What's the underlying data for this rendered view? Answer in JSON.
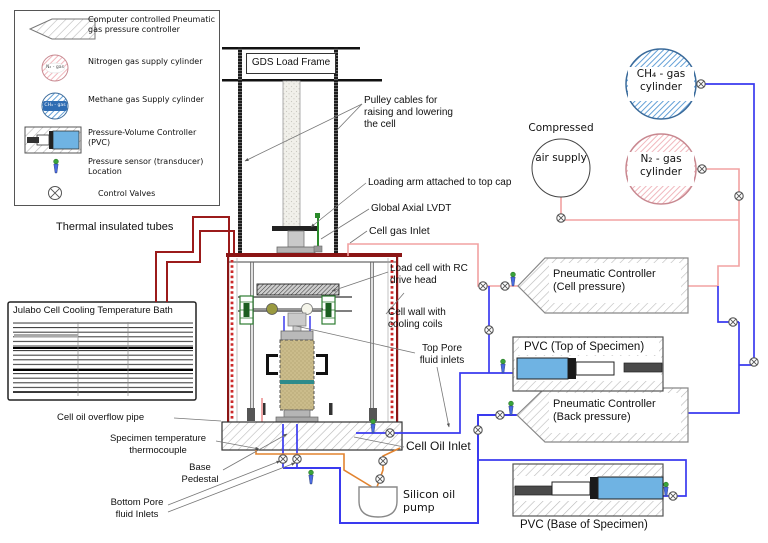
{
  "legend": {
    "items": [
      {
        "label": "Computer controlled Pneumatic gas pressure controller"
      },
      {
        "label": "Nitrogen gas supply cylinder",
        "symbol": "N₂ - gas"
      },
      {
        "label": "Methane gas Supply cylinder",
        "symbol": "CH₄ - gas"
      },
      {
        "label": "Pressure-Volume Controller (PVC)"
      },
      {
        "label": "Pressure sensor (transducer) Location"
      },
      {
        "label": "Control Valves"
      }
    ]
  },
  "frame": {
    "gds_label": "GDS Load Frame",
    "pulley_label": "Pulley cables for raising and lowering the cell",
    "loading_arm_label": "Loading arm  attached to top cap",
    "lvdt_label": "Global Axial LVDT"
  },
  "cell": {
    "gas_inlet_label": "Cell gas Inlet",
    "load_cell_label": "Load cell with RC drive head",
    "wall_label": "Cell wall with cooling coils",
    "top_pore_label": "Top Pore fluid inlets",
    "overflow_label": "Cell oil overflow pipe",
    "thermocouple_label": "Specimen temperature thermocouple",
    "base_pedestal_label": "Base Pedestal",
    "bottom_pore_label": "Bottom Pore fluid Inlets",
    "oil_inlet_label": "Cell Oil Inlet"
  },
  "cooling": {
    "tubes_label": "Thermal insulated tubes",
    "bath_label": "Julabo Cell Cooling Temperature Bath"
  },
  "supplies": {
    "compressed_air": {
      "line1": "Compressed",
      "line2": "air supply"
    },
    "ch4": {
      "line1": "CH₄ - gas",
      "line2": "cylinder"
    },
    "n2": {
      "line1": "N₂ - gas",
      "line2": "cylinder"
    }
  },
  "controllers": {
    "cell_pressure": {
      "line1": "Pneumatic Controller",
      "line2": "(Cell pressure)"
    },
    "back_pressure": {
      "line1": "Pneumatic Controller",
      "line2": "(Back pressure)"
    },
    "pvc_top_label": "PVC (Top of Specimen)",
    "pvc_base_label": "PVC (Base of Specimen)"
  },
  "pump": {
    "label": "Silicon oil pump"
  },
  "colors": {
    "gas_pink_line": "#f2a2a2",
    "fluid_blue_line": "#3a3aef",
    "thermal_dark_red": "#9b1b1b",
    "oil_orange": "#e2832f",
    "pvc_chamber_blue": "#6fb3e3",
    "methane_hatch_blue": "#5b9bd5",
    "nitrogen_hatch_pink": "#f0b4ba",
    "specimen_tan": "#cbbc8b"
  }
}
